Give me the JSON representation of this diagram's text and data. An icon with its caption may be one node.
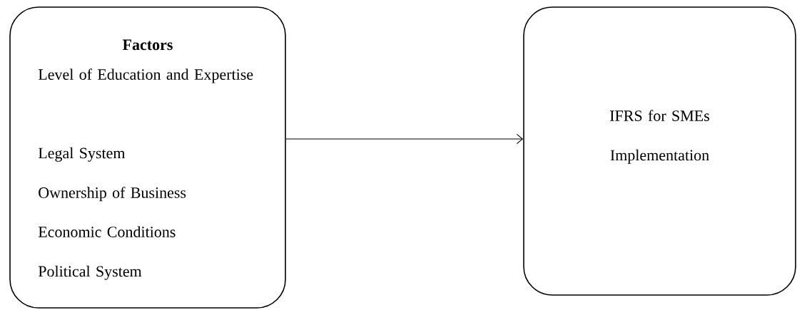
{
  "diagram": {
    "nodes": [
      {
        "text": [
          "Factors",
          "Level of Education and Expertise",
          "Legal System",
          "Ownership of Business",
          "Economic Conditions",
          "Political System"
        ]
      },
      {
        "text": [
          "IFRS for SMEs Implementation"
        ]
      }
    ],
    "edges": [
      {
        "from": 0,
        "to": 1,
        "arrow": "to"
      }
    ]
  }
}
